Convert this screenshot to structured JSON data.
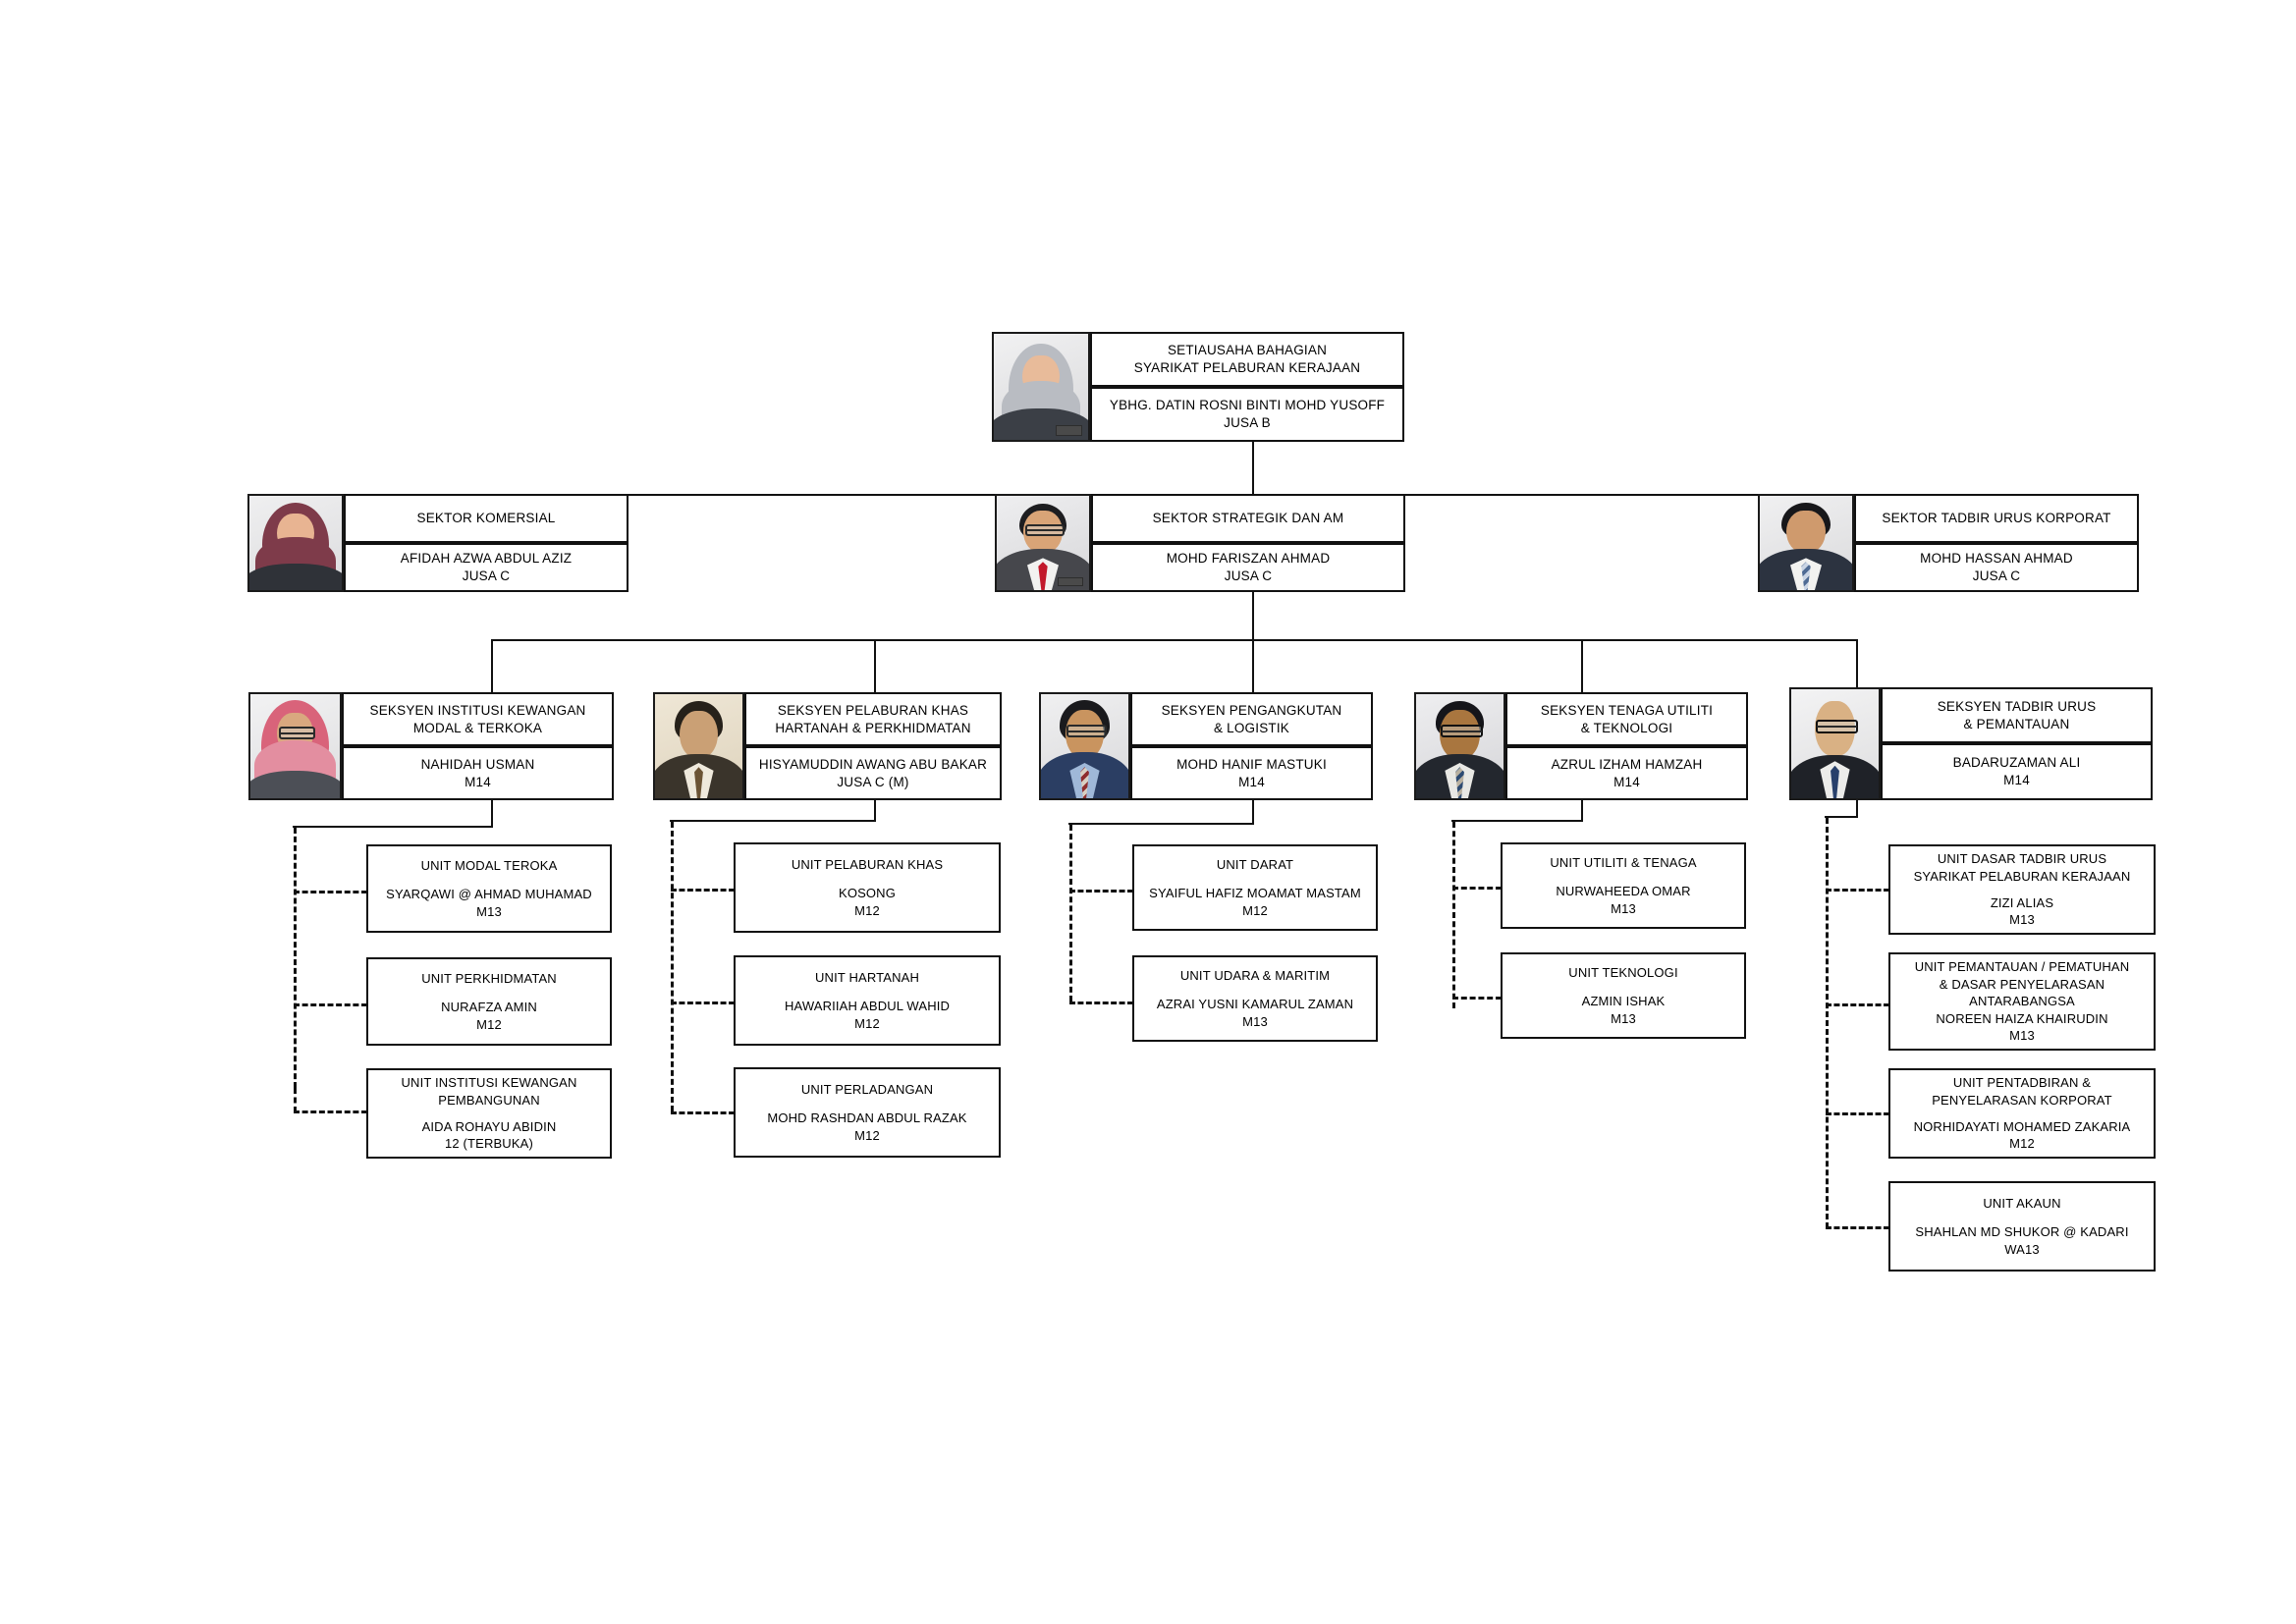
{
  "chart_meta": {
    "type": "org-chart",
    "title_visible": false,
    "levels": 4,
    "line_styles": {
      "solid": "reporting",
      "dashed": "unit-under-section"
    }
  },
  "root": {
    "title_line1": "SETIAUSAHA BAHAGIAN",
    "title_line2": "SYARIKAT PELABURAN KERAJAAN",
    "name": "YBHG. DATIN ROSNI BINTI MOHD YUSOFF",
    "grade": "JUSA B",
    "photo": "portrait-female-hijab-grey"
  },
  "sectors": [
    {
      "title": "SEKTOR KOMERSIAL",
      "name": "AFIDAH AZWA ABDUL AZIZ",
      "grade": "JUSA C",
      "photo": "portrait-female-hijab-maroon"
    },
    {
      "title": "SEKTOR STRATEGIK DAN AM",
      "name": "MOHD FARISZAN AHMAD",
      "grade": "JUSA C",
      "photo": "portrait-male-redtie"
    },
    {
      "title": "SEKTOR TADBIR URUS KORPORAT",
      "name": "MOHD HASSAN AHMAD",
      "grade": "JUSA C",
      "photo": "portrait-male-bluetie"
    }
  ],
  "sections": [
    {
      "title_line1": "SEKSYEN INSTITUSI KEWANGAN",
      "title_line2": "MODAL & TERKOKA",
      "name": "NAHIDAH USMAN",
      "grade": "M14",
      "photo": "portrait-female-hijab-pink",
      "units": [
        {
          "title_line1": "UNIT MODAL TEROKA",
          "title_line2": "",
          "name": "SYARQAWI @ AHMAD MUHAMAD",
          "grade": "M13"
        },
        {
          "title_line1": "UNIT PERKHIDMATAN",
          "title_line2": "",
          "name": "NURAFZA AMIN",
          "grade": "M12"
        },
        {
          "title_line1": "UNIT INSTITUSI KEWANGAN",
          "title_line2": "PEMBANGUNAN",
          "name": "AIDA ROHAYU ABIDIN",
          "grade": "12 (TERBUKA)"
        }
      ]
    },
    {
      "title_line1": "SEKSYEN PELABURAN KHAS",
      "title_line2": "HARTANAH & PERKHIDMATAN",
      "name": "HISYAMUDDIN AWANG ABU BAKAR",
      "grade": "JUSA C (M)",
      "photo": "portrait-male-sepia",
      "units": [
        {
          "title_line1": "UNIT PELABURAN KHAS",
          "title_line2": "",
          "name": "KOSONG",
          "grade": "M12"
        },
        {
          "title_line1": "UNIT HARTANAH",
          "title_line2": "",
          "name": "HAWARIIAH ABDUL WAHID",
          "grade": "M12"
        },
        {
          "title_line1": "UNIT PERLADANGAN",
          "title_line2": "",
          "name": "MOHD RASHDAN ABDUL RAZAK",
          "grade": "M12"
        }
      ]
    },
    {
      "title_line1": "SEKSYEN PENGANGKUTAN",
      "title_line2": "& LOGISTIK",
      "name": "MOHD HANIF MASTUKI",
      "grade": "M14",
      "photo": "portrait-male-glasses-blue",
      "units": [
        {
          "title_line1": "UNIT DARAT",
          "title_line2": "",
          "name": "SYAIFUL HAFIZ MOAMAT MASTAM",
          "grade": "M12"
        },
        {
          "title_line1": "UNIT UDARA & MARITIM",
          "title_line2": "",
          "name": "AZRAI YUSNI KAMARUL ZAMAN",
          "grade": "M13"
        }
      ]
    },
    {
      "title_line1": "SEKSYEN TENAGA UTILITI",
      "title_line2": "& TEKNOLOGI",
      "name": "AZRUL IZHAM HAMZAH",
      "grade": "M14",
      "photo": "portrait-male-glasses-dark",
      "units": [
        {
          "title_line1": "UNIT UTILITI & TENAGA",
          "title_line2": "",
          "name": "NURWAHEEDA OMAR",
          "grade": "M13"
        },
        {
          "title_line1": "UNIT TEKNOLOGI",
          "title_line2": "",
          "name": "AZMIN ISHAK",
          "grade": "M13"
        }
      ]
    },
    {
      "title_line1": "SEKSYEN TADBIR URUS",
      "title_line2": "& PEMANTAUAN",
      "name": "BADARUZAMAN ALI",
      "grade": "M14",
      "photo": "portrait-male-bald-glasses",
      "units": [
        {
          "title_line1": "UNIT DASAR TADBIR URUS",
          "title_line2": "SYARIKAT PELABURAN KERAJAAN",
          "name": "ZIZI ALIAS",
          "grade": "M13"
        },
        {
          "title_line1": "UNIT PEMANTAUAN / PEMATUHAN",
          "title_line2": "& DASAR PENYELARASAN",
          "title_line3": "ANTARABANGSA",
          "name": "NOREEN HAIZA KHAIRUDIN",
          "grade": "M13"
        },
        {
          "title_line1": "UNIT PENTADBIRAN &",
          "title_line2": "PENYELARASAN KORPORAT",
          "name": "NORHIDAYATI MOHAMED ZAKARIA",
          "grade": "M12"
        },
        {
          "title_line1": "UNIT AKAUN",
          "title_line2": "",
          "name": "SHAHLAN MD SHUKOR @ KADARI",
          "grade": "WA13"
        }
      ]
    }
  ],
  "colors": {
    "line": "#111111",
    "box_border": "#111111",
    "box_fill": "#ffffff",
    "text": "#000000"
  }
}
